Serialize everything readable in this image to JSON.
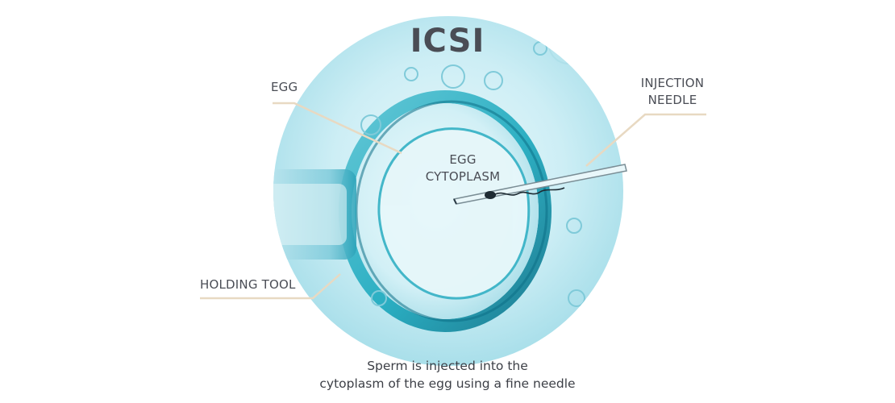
{
  "diagram": {
    "title": "ICSI",
    "labels": {
      "egg": "EGG",
      "cytoplasm_line1": "EGG",
      "cytoplasm_line2": "CYTOPLASM",
      "needle_line1": "INJECTION",
      "needle_line2": "NEEDLE",
      "holding_tool": "HOLDING TOOL"
    },
    "caption": {
      "line1": "Sperm is injected into the",
      "line2": "cytoplasm of the egg using a fine needle"
    },
    "colors": {
      "leader_line": "#e8d9c2",
      "text": "#4a4d55",
      "disc_light": "#d6f1f6",
      "disc_mid": "#bfe8f0",
      "ring_teal": "#1aa8bd",
      "ring_dark": "#0d6f86"
    }
  }
}
